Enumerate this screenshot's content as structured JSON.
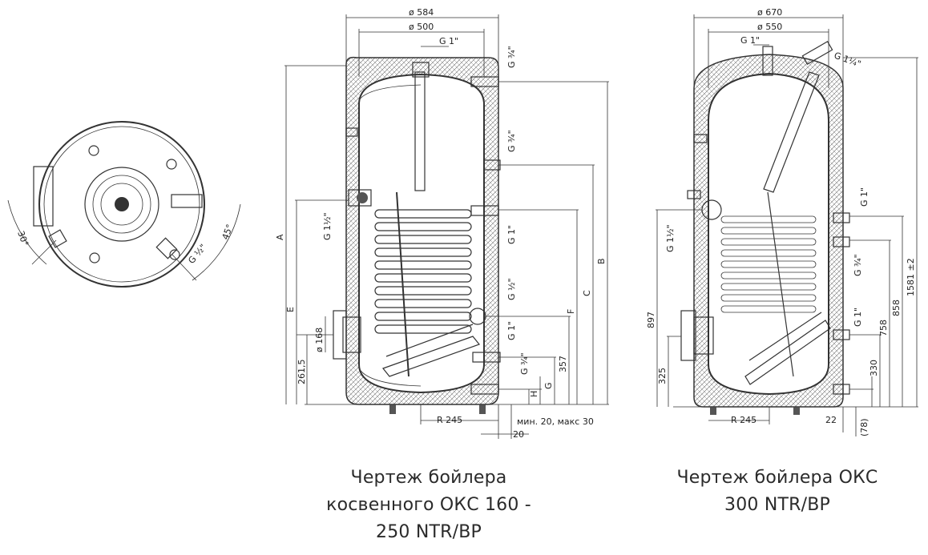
{
  "captions": {
    "left_line1": "Чертеж бойлера",
    "left_line2": "косвенного ОКС 160 -",
    "left_line3": "250 NTR/BP",
    "right_line1": "Чертеж бойлера ОКС",
    "right_line2": "300 NTR/BP"
  },
  "top_view": {
    "angle_left": "30°",
    "angle_right": "45°",
    "thread": "G ½\""
  },
  "left_drawing": {
    "dia_outer": "ø 584",
    "dia_inner": "ø 500",
    "top_thread": "G 1\"",
    "right_threads": [
      "G ¾\"",
      "G ¾\"",
      "G 1\"",
      "G ½\"",
      "G 1\"",
      "G ¾\""
    ],
    "left_thread": "G 1½\"",
    "left_dims": [
      "A",
      "E",
      "261,5",
      "ø 168"
    ],
    "right_dims": [
      "B",
      "C",
      "F",
      "357",
      "G",
      "H"
    ],
    "bottom_r": "R 245",
    "bottom_note": "мин. 20, макс 30",
    "bottom_20": "20"
  },
  "right_drawing": {
    "dia_outer": "ø 670",
    "dia_inner": "ø 550",
    "top_thread": "G 1\"",
    "diag_thread": "G 1¼\"",
    "right_threads": [
      "G 1\"",
      "G ¾\"",
      "G 1\""
    ],
    "left_thread": "G 1½\"",
    "left_dims": [
      "897",
      "325"
    ],
    "right_dims": [
      "1581 ±2",
      "858",
      "758",
      "330"
    ],
    "bottom_r": "R 245",
    "bottom_22": "22",
    "bottom_78": "(78)"
  }
}
